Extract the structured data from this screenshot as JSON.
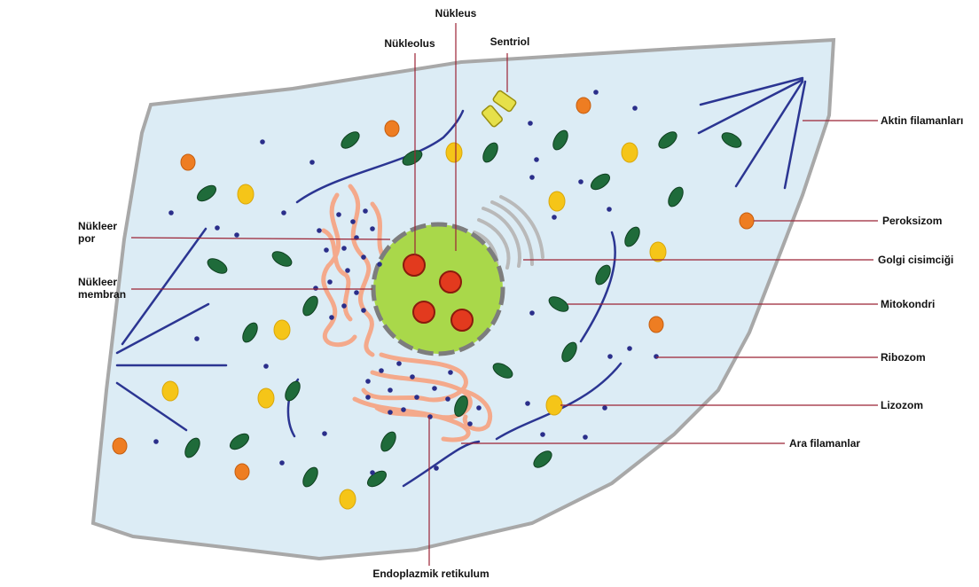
{
  "labels": {
    "nukleus": "Nükleus",
    "nukleolus": "Nükleolus",
    "sentriol": "Sentriol",
    "aktin": "Aktin filamanları",
    "peroksizom": "Peroksizom",
    "golgi": "Golgi cisimciği",
    "mitokondri": "Mitokondri",
    "ribozom": "Ribozom",
    "lizozom": "Lizozom",
    "ara_filamanlar": "Ara filamanlar",
    "endoplazmik": "Endoplazmik retikulum",
    "nukleer_por_1": "Nükleer",
    "nukleer_por_2": "por",
    "nukleer_membran_1": "Nükleer",
    "nukleer_membran_2": "membran"
  },
  "colors": {
    "cytoplasm": "#dcecf5",
    "cell_border": "#a8a8a8",
    "nucleus": "#a9d84a",
    "nuclear_membrane": "#7d7d7d",
    "nucleolus": "#e23a1e",
    "mitochondria": "#1f6b3a",
    "lysosome": "#f5c518",
    "peroxisome": "#ee7d22",
    "ribosome": "#2a2e8a",
    "filament": "#2b3592",
    "er": "#f4a98b",
    "golgi": "#b9b9b9",
    "centriole": "#e6e04a",
    "leader_line": "#9b2335"
  }
}
